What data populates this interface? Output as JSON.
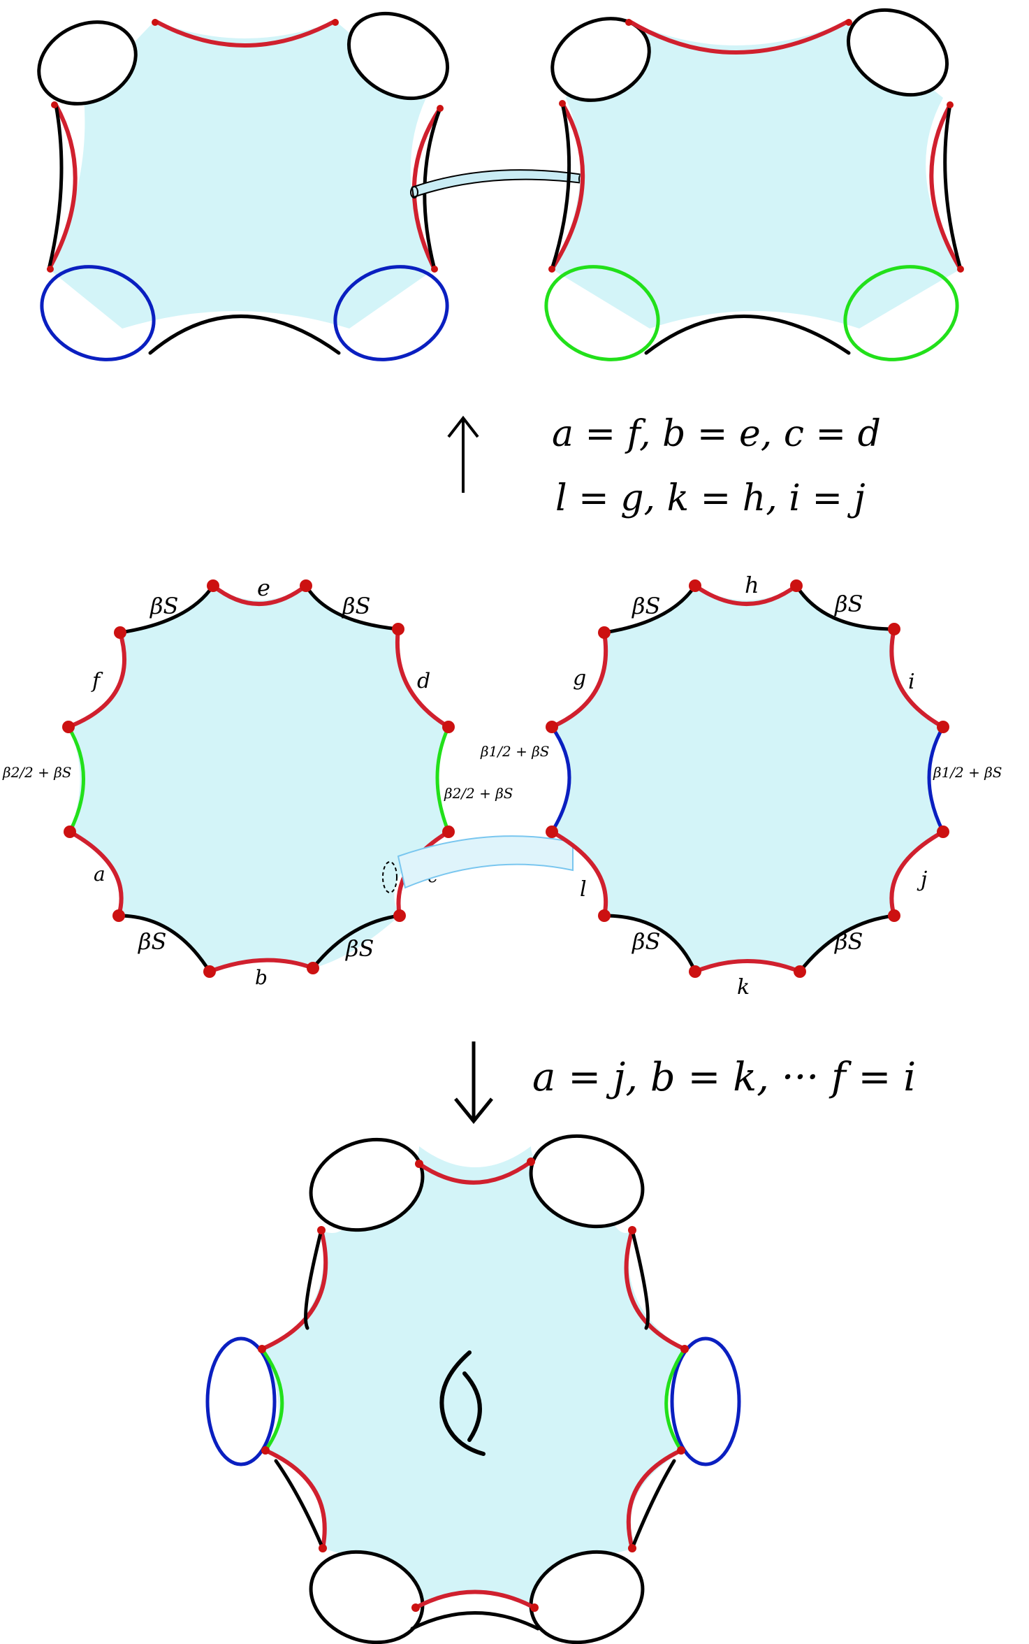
{
  "relations_top": {
    "line1": "a = f, b = e, c = d",
    "line2": "l = g, k = h, i = j"
  },
  "relation_bottom": "a = j, b = k, ··· f = i",
  "left_polygon": {
    "edge_labels": [
      "e",
      "f",
      "d",
      "a",
      "b",
      "c"
    ],
    "boundary_label": "βS",
    "side_label": "β2/2 + βS"
  },
  "right_polygon": {
    "edge_labels": [
      "h",
      "g",
      "i",
      "j",
      "k",
      "l"
    ],
    "boundary_label": "βS",
    "side_label": "β1/2 + βS"
  },
  "colors": {
    "fill": "#d3f4f8",
    "red_edge": "#d0202e",
    "green_boundary": "#22e01a",
    "blue_boundary": "#0a1fc0",
    "black_boundary": "#000000"
  }
}
